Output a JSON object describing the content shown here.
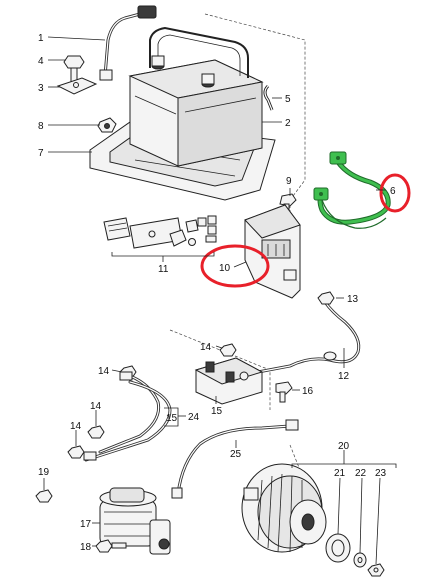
{
  "callouts": {
    "c1": "1",
    "c2": "2",
    "c3": "3",
    "c4": "4",
    "c5": "5",
    "c6": "6",
    "c7": "7",
    "c8": "8",
    "c9": "9",
    "c10": "10",
    "c11": "11",
    "c12": "12",
    "c13": "13",
    "c14a": "14",
    "c14b": "14",
    "c14c": "14",
    "c14d": "14",
    "c15a": "15",
    "c15b": "15",
    "c16": "16",
    "c17": "17",
    "c18": "18",
    "c19": "19",
    "c20": "20",
    "c21": "21",
    "c22": "22",
    "c23": "23",
    "c24": "24",
    "c25": "25"
  },
  "colors": {
    "highlight_circle": "#e8202a",
    "ground_strap_fill": "#3fbf4f",
    "ground_strap_stroke": "#1f6b2a",
    "line": "#222222"
  }
}
